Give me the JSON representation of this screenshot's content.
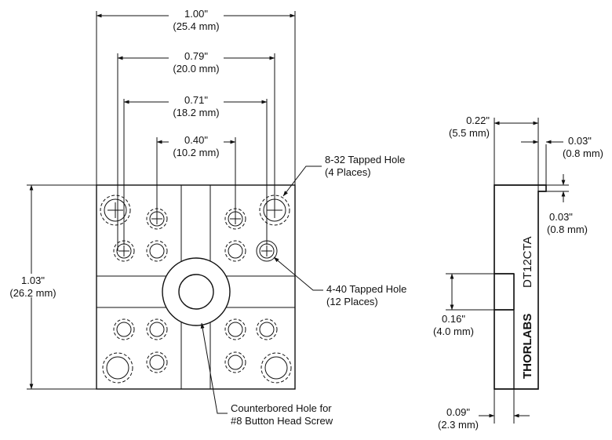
{
  "front_view": {
    "dim_width": {
      "in": "1.00\"",
      "mm": "(25.4 mm)"
    },
    "dim_079": {
      "in": "0.79\"",
      "mm": "(20.0 mm)"
    },
    "dim_071": {
      "in": "0.71\"",
      "mm": "(18.2 mm)"
    },
    "dim_040": {
      "in": "0.40\"",
      "mm": "(10.2 mm)"
    },
    "dim_height": {
      "in": "1.03\"",
      "mm": "(26.2 mm)"
    },
    "callout_832": {
      "line1": "8-32 Tapped Hole",
      "line2": "(4 Places)"
    },
    "callout_440": {
      "line1": "4-40 Tapped Hole",
      "line2": "(12 Places)"
    },
    "callout_cbore": {
      "line1": "Counterbored Hole for",
      "line2": "#8 Button Head Screw"
    }
  },
  "side_view": {
    "dim_022": {
      "in": "0.22\"",
      "mm": "(5.5 mm)"
    },
    "dim_003_top": {
      "in": "0.03\"",
      "mm": "(0.8 mm)"
    },
    "dim_003_mid": {
      "in": "0.03\"",
      "mm": "(0.8 mm)"
    },
    "dim_016": {
      "in": "0.16\"",
      "mm": "(4.0 mm)"
    },
    "dim_009": {
      "in": "0.09\"",
      "mm": "(2.3 mm)"
    },
    "part_number": "DT12CTA",
    "brand": "THORLABS"
  }
}
